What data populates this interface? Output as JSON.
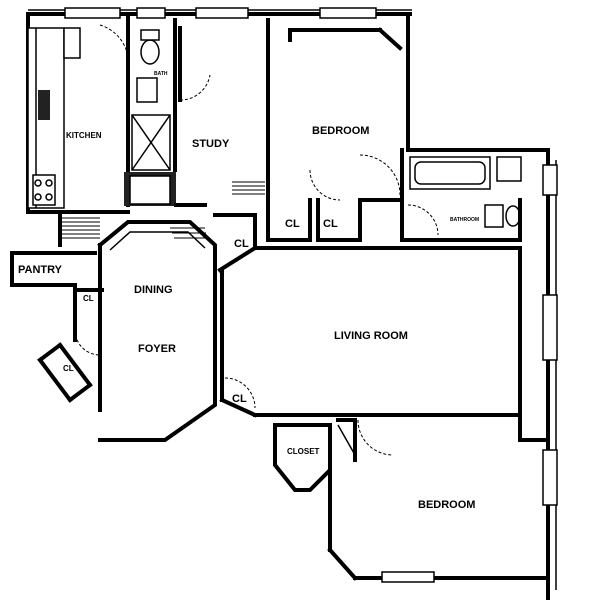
{
  "rooms": {
    "kitchen": "KITCHEN",
    "study": "STUDY",
    "bedroom_top": "BEDROOM",
    "cl_bedroom_left": "CL",
    "cl_bedroom_right": "CL",
    "bathroom": "BATHROOM",
    "cl_study": "CL",
    "pantry": "PANTRY",
    "cl_pantry": "CL",
    "dining": "DINING",
    "foyer": "FOYER",
    "cl_foyer": "CL",
    "living_room": "LIVING ROOM",
    "cl_living": "CL",
    "closet": "CLOSET",
    "bedroom_bottom": "BEDROOM",
    "bath_small": "BATH"
  }
}
